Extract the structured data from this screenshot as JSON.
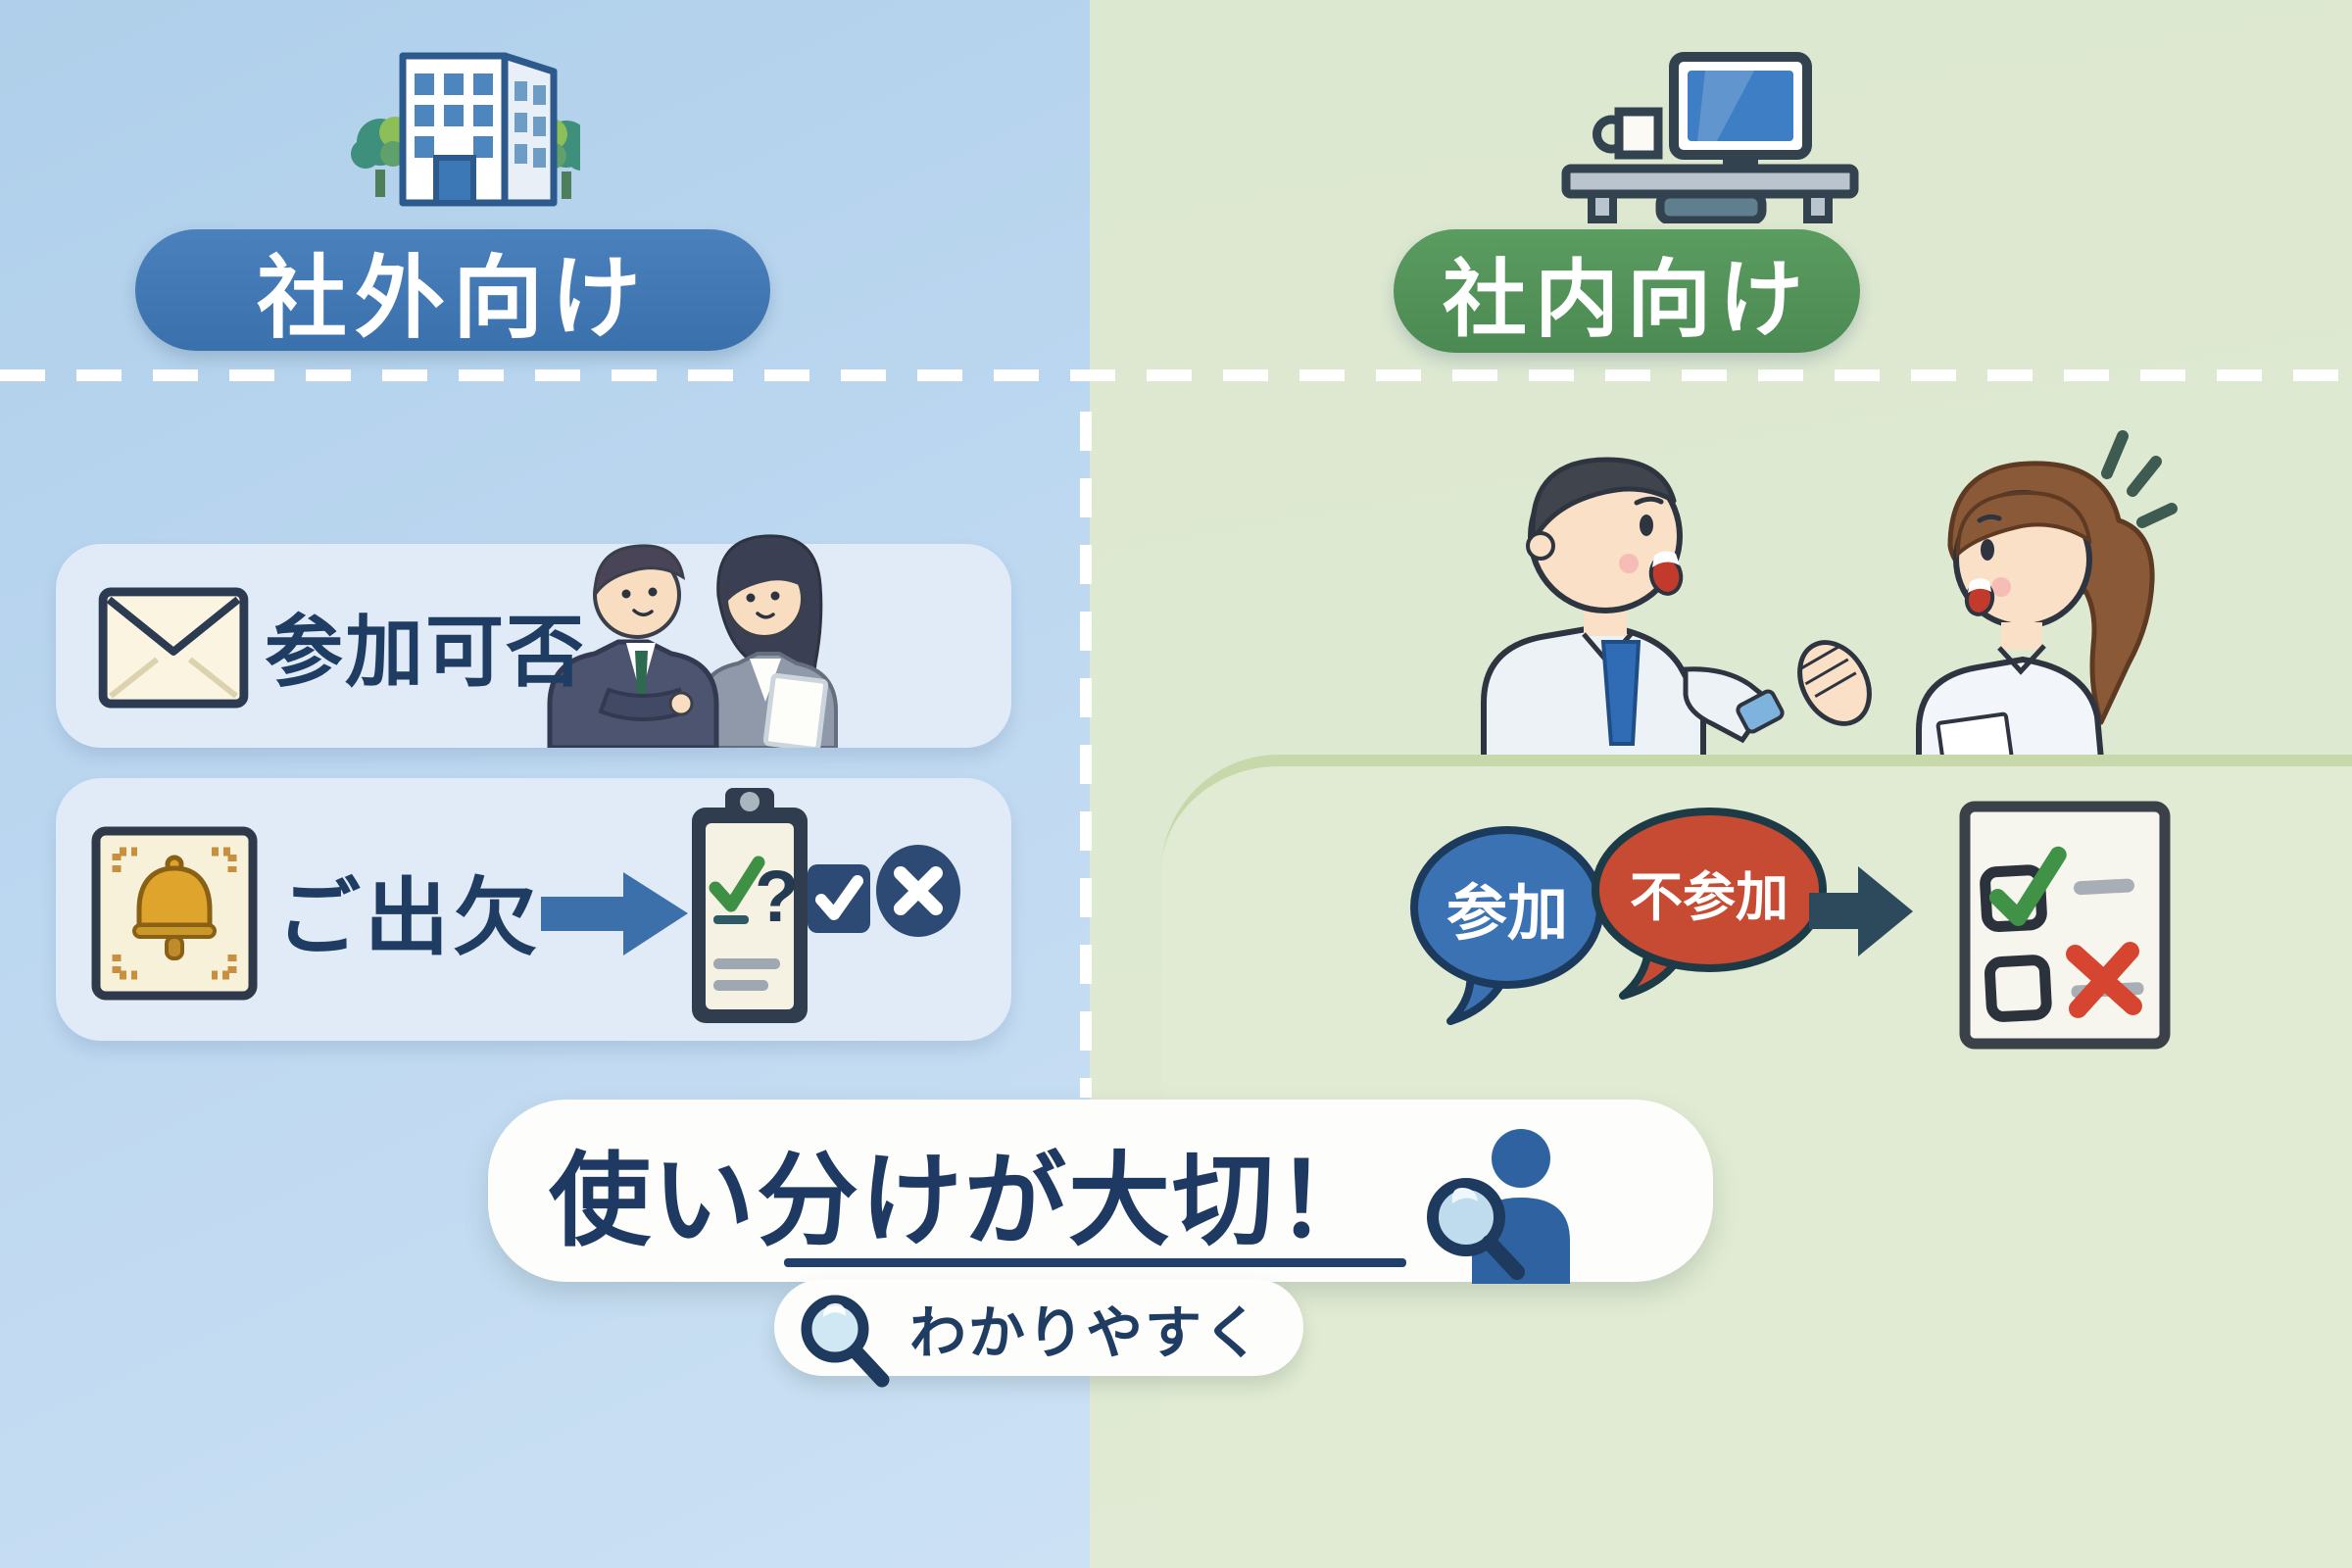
{
  "sections": {
    "external": {
      "header": "社外向け",
      "items": [
        {
          "icon": "envelope-icon",
          "label": "参加可否"
        },
        {
          "icon": "bell-icon",
          "label": "ご出欠"
        }
      ]
    },
    "internal": {
      "header": "社内向け",
      "bubbles": [
        {
          "label": "参加",
          "color": "#3a72b4"
        },
        {
          "label": "不参加",
          "color": "#c74b33"
        }
      ]
    },
    "footer": {
      "title": "使い分けが大切！",
      "subtitle": "わかりやすく"
    }
  },
  "glyphs": {
    "question_mark": "?"
  },
  "icons": [
    "building-icon",
    "desk-computer-icon",
    "envelope-icon",
    "bell-icon",
    "arrow-right-icon",
    "clipboard-check-icon",
    "check-square-icon",
    "x-circle-icon",
    "speech-bubble-join",
    "speech-bubble-decline",
    "arrow-right-dark-icon",
    "checklist-icon",
    "person-search-icon",
    "magnifier-icon",
    "emphasis-marks-icon",
    "business-people-icon",
    "talking-people-icon",
    "tree-icon"
  ],
  "colors": {
    "left_bg": "#b6d3ee",
    "right_bg": "#dde8d1",
    "external_header_bg": "#3f76b2",
    "internal_header_bg": "#529257",
    "card_bg": "#e1ebf7",
    "panel_bg": "#e1ebd3",
    "navy_text": "#1f3c63",
    "bubble_join_bg": "#3a72b4",
    "bubble_decline_bg": "#c74b33",
    "check_green": "#3f9246",
    "cross_red": "#d6452f",
    "badge_navy": "#2c4a74",
    "divider_dash": "#ffffff"
  }
}
